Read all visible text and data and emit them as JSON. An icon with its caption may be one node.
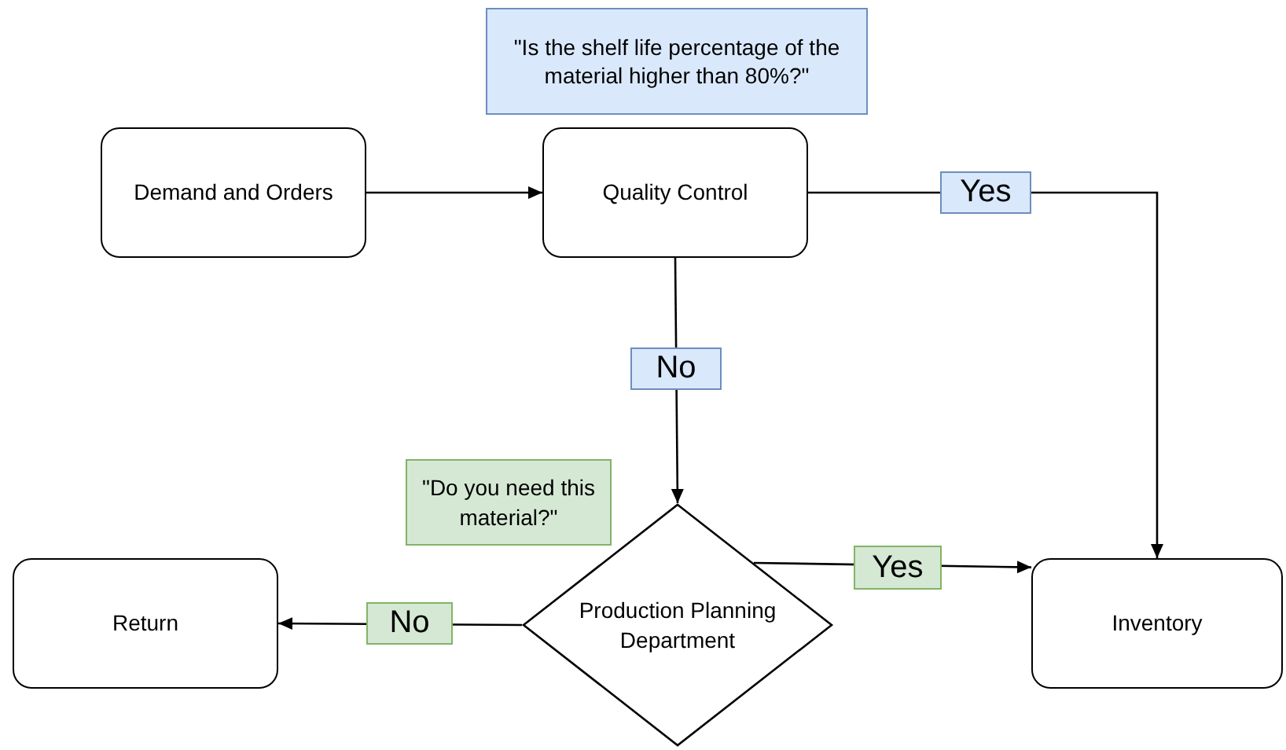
{
  "diagram": {
    "nodes": [
      {
        "text": [
          "\"Is the shelf life percentage of the material higher than 80%?\""
        ]
      },
      {
        "text": [
          "Demand and Orders"
        ]
      },
      {
        "text": [
          "Quality Control"
        ]
      },
      {
        "text": [
          "\"Do you need this material?\""
        ]
      },
      {
        "text": [
          "Return"
        ]
      },
      {
        "text": [
          "Production Planning Department"
        ]
      },
      {
        "text": [
          "Inventory"
        ]
      }
    ],
    "edges": [
      {
        "from": 1,
        "to": 2,
        "arrow": "to"
      },
      {
        "from": 2,
        "to": 6,
        "arrow": "to",
        "label": "Yes"
      },
      {
        "from": 2,
        "to": 5,
        "arrow": "to",
        "label": "No"
      },
      {
        "from": 5,
        "to": 4,
        "arrow": "to",
        "label": "No"
      },
      {
        "from": 5,
        "to": 6,
        "arrow": "to",
        "label": "Yes"
      }
    ]
  }
}
